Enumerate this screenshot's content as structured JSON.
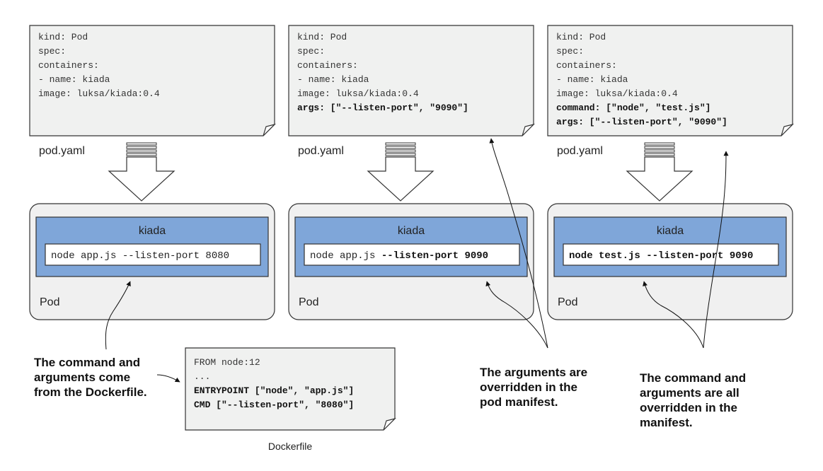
{
  "panels": [
    {
      "yaml_lines": [
        "kind: Pod",
        "spec:",
        "  containers:",
        "  - name: kiada",
        "    image: luksa/kiada:0.4"
      ],
      "yaml_bold_from": 99,
      "file_label": "pod.yaml",
      "container_title": "kiada",
      "command_parts": [
        {
          "text": "node app.js --listen-port 8080",
          "bold": false
        }
      ],
      "pod_label": "Pod"
    },
    {
      "yaml_lines": [
        "kind: Pod",
        "spec:",
        "  containers:",
        "  - name: kiada",
        "    image: luksa/kiada:0.4",
        "    args: [\"--listen-port\", \"9090\"]"
      ],
      "yaml_bold_from": 5,
      "file_label": "pod.yaml",
      "container_title": "kiada",
      "command_parts": [
        {
          "text": "node app.js ",
          "bold": false
        },
        {
          "text": "--listen-port 9090",
          "bold": true
        }
      ],
      "pod_label": "Pod"
    },
    {
      "yaml_lines": [
        "kind: Pod",
        "spec:",
        "  containers:",
        "  - name: kiada",
        "    image: luksa/kiada:0.4",
        "    command: [\"node\", \"test.js\"]",
        "    args: [\"--listen-port\", \"9090\"]"
      ],
      "yaml_bold_from": 5,
      "file_label": "pod.yaml",
      "container_title": "kiada",
      "command_parts": [
        {
          "text": "node test.js --listen-port 9090",
          "bold": true
        }
      ],
      "pod_label": "Pod"
    }
  ],
  "dockerfile": {
    "lines": [
      "FROM node:12",
      "...",
      "ENTRYPOINT [\"node\", \"app.js\"]",
      "CMD [\"--listen-port\", \"8080\"]"
    ],
    "bold_from": 2,
    "label": "Dockerfile"
  },
  "callouts": [
    [
      "The command and",
      "arguments come",
      "from the Dockerfile."
    ],
    [
      "The arguments are",
      "overridden in the",
      "pod manifest."
    ],
    [
      "The command and",
      "arguments are all",
      "overridden in the",
      "manifest."
    ]
  ],
  "colors": {
    "doc_fill": "#f0f1f0",
    "pod_fill": "#f0f0f0",
    "container_fill": "#7fa6d9",
    "line": "#333333"
  }
}
